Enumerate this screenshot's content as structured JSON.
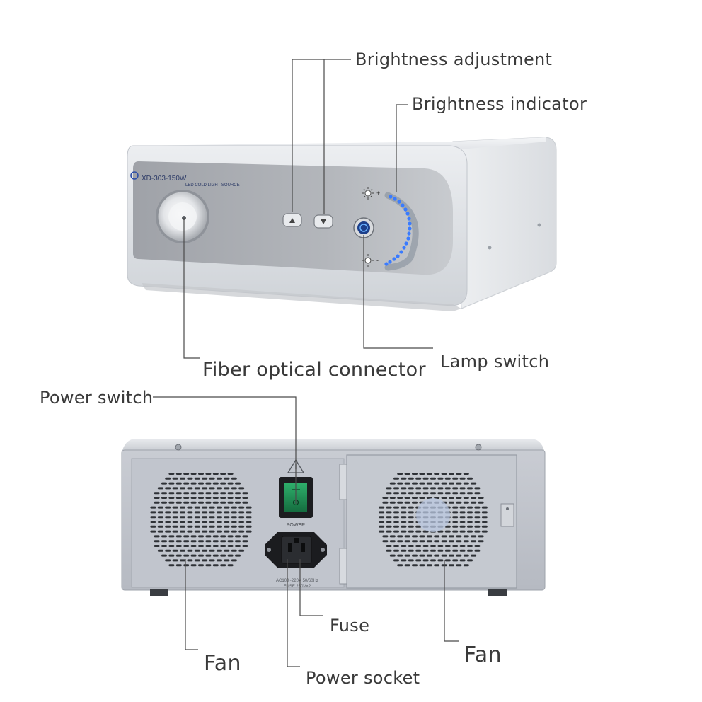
{
  "front_panel": {
    "model_text": "XD-303-150W",
    "subtitle_text": "LED COLD LIGHT SOURCE"
  },
  "rear_panel": {
    "power_label": "POWER",
    "socket_rating_line1": "AC100~220V 50/60Hz",
    "socket_rating_line2": "FUSE 250V×2"
  },
  "callouts": {
    "brightness_adjustment": "Brightness adjustment",
    "brightness_indicator": "Brightness indicator",
    "lamp_switch": "Lamp switch",
    "fiber_optical_connector": "Fiber optical connector",
    "power_switch": "Power switch",
    "fuse": "Fuse",
    "fan_left": "Fan",
    "fan_right": "Fan",
    "power_socket": "Power socket"
  },
  "colors": {
    "indicator_blue": "#3a7bff",
    "switch_green": "#1f8f55",
    "panel_grey": "#a9acb2",
    "body_silver": "#e7e9ec"
  }
}
